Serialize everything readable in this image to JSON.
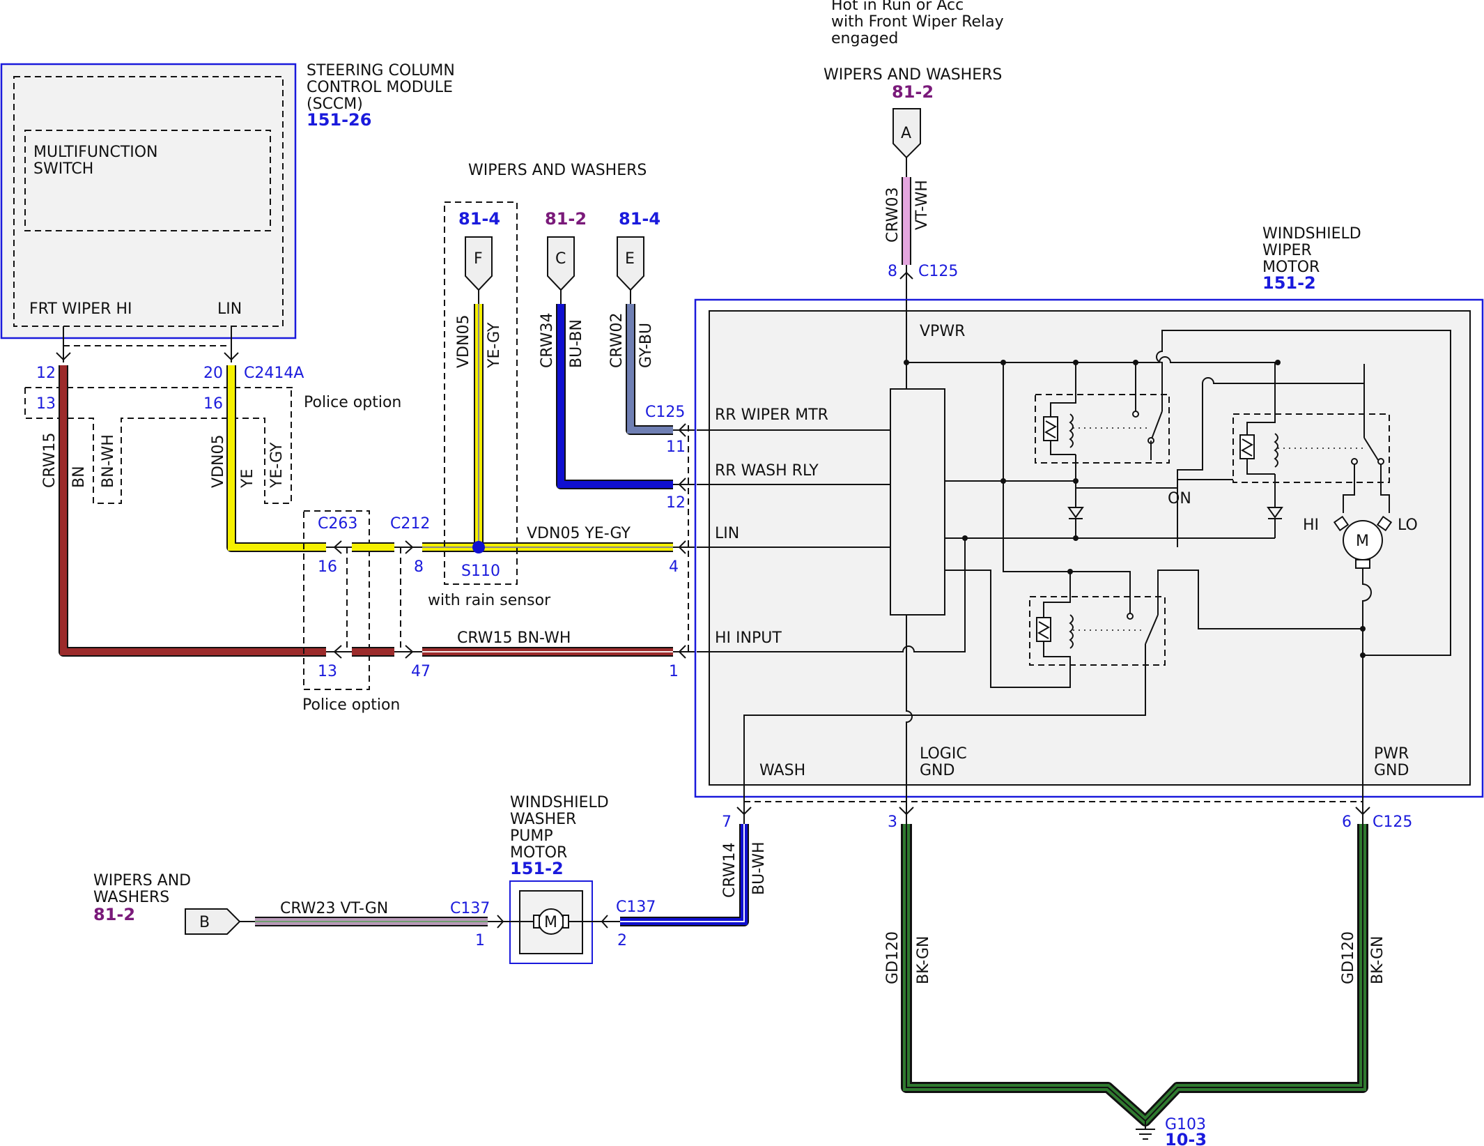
{
  "colors": {
    "module_border": "#1a1adc",
    "module_fill": "#f2f2f2",
    "ref_blue": "#1a1adc",
    "ref_purple": "#7a1a7a",
    "wire_bn": "#9c2b2b",
    "wire_ye": "#f5f000",
    "wire_bu": "#1010d0",
    "wire_gybu": "#6f7fb3",
    "wire_vt": "#e4a6de",
    "wire_vtgn": "#b89ab8",
    "wire_bkgn": "#2f7a2f"
  },
  "top_note": {
    "line1": "Hot in Run or Acc",
    "line2": "with Front Wiper Relay",
    "line3": "engaged"
  },
  "wipers_a": {
    "title": "WIPERS AND WASHERS",
    "ref": "81-2",
    "pin": "A",
    "circuit": "CRW03",
    "color": "VT-WH",
    "conn_pin": "8",
    "conn": "C125"
  },
  "sccm": {
    "line1": "STEERING COLUMN",
    "line2": "CONTROL MODULE",
    "line3": "(SCCM)",
    "ref": "151-26",
    "switch_line1": "MULTIFUNCTION",
    "switch_line2": "SWITCH",
    "pin_frt": "FRT WIPER HI",
    "pin_lin": "LIN"
  },
  "c2414a": {
    "conn": "C2414A",
    "pin12": "12",
    "pin20": "20",
    "pin13": "13",
    "pin16": "16",
    "police": "Police option"
  },
  "wires": {
    "crw15": "CRW15",
    "bn": "BN",
    "bnwh": "BN-WH",
    "vdn05": "VDN05",
    "ye": "YE",
    "yegy": "YE-GY",
    "lin_label": "VDN05    YE-GY",
    "hi_label": "CRW15    BN-WH",
    "crw34": "CRW34",
    "bubn": "BU-BN",
    "crw02": "CRW02",
    "gybu": "GY-BU",
    "crw14": "CRW14",
    "buwh": "BU-WH",
    "crw23": "CRW23 VT-GN",
    "gd120": "GD120",
    "bkgn": "BK-GN"
  },
  "inline": {
    "c263": "C263",
    "c263_pin16": "16",
    "c263_pin13": "13",
    "c212": "C212",
    "c212_pin8": "8",
    "c212_pin47": "47",
    "police": "Police option",
    "s110": "S110",
    "rain": "with rain sensor"
  },
  "wipers_top": {
    "title": "WIPERS AND WASHERS",
    "refF": "81-4",
    "refC": "81-2",
    "refE": "81-4",
    "pinF": "F",
    "pinC": "C",
    "pinE": "E"
  },
  "c125": {
    "conn": "C125",
    "pin11": "11",
    "pin12": "12",
    "pin4": "4",
    "pin1": "1",
    "pin7": "7",
    "pin3": "3",
    "pin6": "6"
  },
  "motor": {
    "line1": "WINDSHIELD",
    "line2": "WIPER",
    "line3": "MOTOR",
    "ref": "151-2",
    "vpwr": "VPWR",
    "rr_wiper": "RR WIPER MTR",
    "rr_wash": "RR WASH RLY",
    "lin": "LIN",
    "hi_input": "HI INPUT",
    "wash": "WASH",
    "logic1": "LOGIC",
    "logic2": "GND",
    "pwr1": "PWR",
    "pwr2": "GND",
    "on": "ON",
    "hi": "HI",
    "lo": "LO",
    "m": "M"
  },
  "pump": {
    "line1": "WINDSHIELD",
    "line2": "WASHER",
    "line3": "PUMP",
    "line4": "MOTOR",
    "ref": "151-2",
    "conn_left": "C137",
    "pin1": "1",
    "conn_right": "C137",
    "pin2": "2",
    "m": "M"
  },
  "wipers_b": {
    "line1": "WIPERS AND",
    "line2": "WASHERS",
    "ref": "81-2",
    "pin": "B"
  },
  "ground": {
    "name": "G103",
    "ref": "10-3"
  }
}
